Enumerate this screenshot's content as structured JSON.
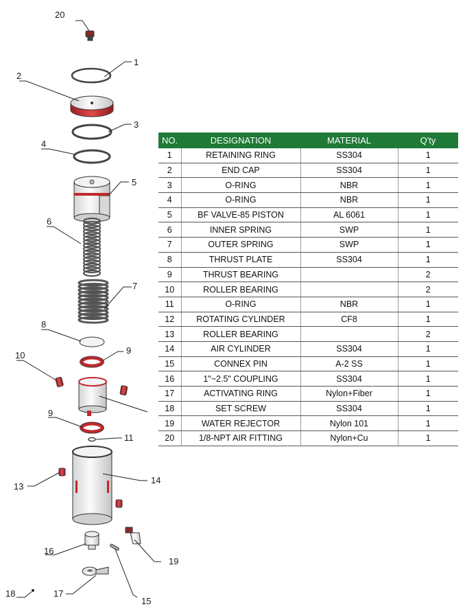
{
  "colors": {
    "header_bg": "#1e7a36",
    "header_text": "#ffffff",
    "seal_red": "#c0282b"
  },
  "callouts": [
    "1",
    "2",
    "3",
    "4",
    "5",
    "6",
    "7",
    "8",
    "9",
    "10",
    "9",
    "11",
    "13",
    "14",
    "16",
    "19",
    "18",
    "17",
    "15",
    "20"
  ],
  "table": {
    "headers": [
      "NO.",
      "DESIGNATION",
      "MATERIAL",
      "Q'ty"
    ],
    "rows": [
      [
        "1",
        "RETAINING RING",
        "SS304",
        "1"
      ],
      [
        "2",
        "END CAP",
        "SS304",
        "1"
      ],
      [
        "3",
        "O-RING",
        "NBR",
        "1"
      ],
      [
        "4",
        "O-RING",
        "NBR",
        "1"
      ],
      [
        "5",
        "BF VALVE-85 PISTON",
        "AL 6061",
        "1"
      ],
      [
        "6",
        "INNER SPRING",
        "SWP",
        "1"
      ],
      [
        "7",
        "OUTER SPRING",
        "SWP",
        "1"
      ],
      [
        "8",
        "THRUST PLATE",
        "SS304",
        "1"
      ],
      [
        "9",
        "THRUST BEARING",
        "",
        "2"
      ],
      [
        "10",
        "ROLLER BEARING",
        "",
        "2"
      ],
      [
        "11",
        "O-RING",
        "NBR",
        "1"
      ],
      [
        "12",
        "ROTATING CYLINDER",
        "CF8",
        "1"
      ],
      [
        "13",
        "ROLLER BEARING",
        "",
        "2"
      ],
      [
        "14",
        "AIR CYLINDER",
        "SS304",
        "1"
      ],
      [
        "15",
        "CONNEX PIN",
        "A-2 SS",
        "1"
      ],
      [
        "16",
        "1\"~2.5\" COUPLING",
        "SS304",
        "1"
      ],
      [
        "17",
        "ACTIVATING RING",
        "Nylon+Fiber",
        "1"
      ],
      [
        "18",
        "SET SCREW",
        "SS304",
        "1"
      ],
      [
        "19",
        "WATER REJECTOR",
        "Nylon 101",
        "1"
      ],
      [
        "20",
        "1/8-NPT AIR FITTING",
        "Nylon+Cu",
        "1"
      ]
    ]
  }
}
